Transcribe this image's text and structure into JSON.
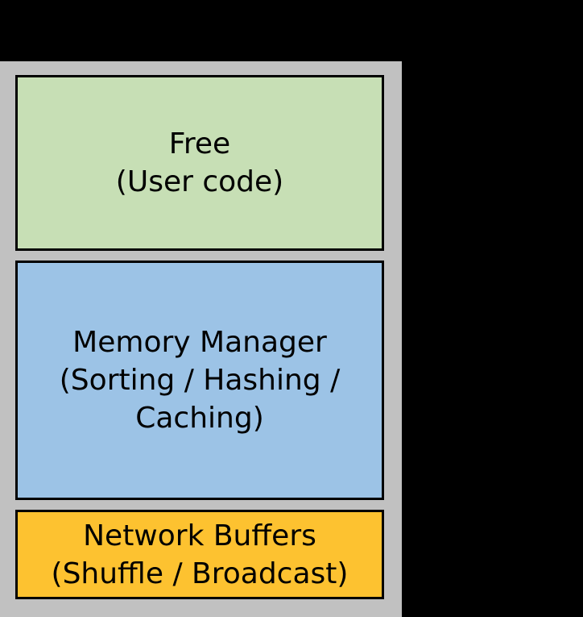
{
  "scene": {
    "background_color": "#000000",
    "container": {
      "description": "gray memory region panel",
      "background_color": "#c1c1c1"
    }
  },
  "diagram": {
    "blocks": [
      {
        "id": "free",
        "lines": [
          "Free",
          "(User code)"
        ],
        "full_text": "Free (User code)",
        "background_color": "#c7dfb5",
        "border_color": "#000000"
      },
      {
        "id": "memory-manager",
        "lines": [
          "Memory Manager",
          "(Sorting / Hashing /",
          "Caching)"
        ],
        "full_text": "Memory Manager (Sorting / Hashing / Caching)",
        "background_color": "#9cc3e6",
        "border_color": "#000000"
      },
      {
        "id": "network-buffers",
        "lines": [
          "Network Buffers",
          "(Shuffle / Broadcast)"
        ],
        "full_text": "Network Buffers (Shuffle / Broadcast)",
        "background_color": "#fdc230",
        "border_color": "#000000"
      }
    ]
  }
}
